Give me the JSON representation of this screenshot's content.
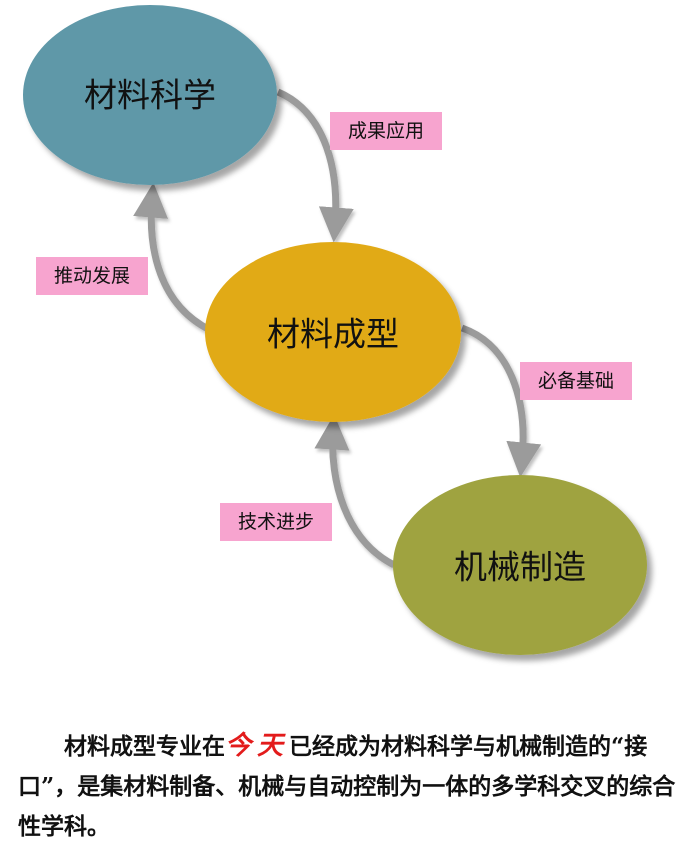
{
  "nodes": {
    "materials_science": "材料科学",
    "materials_forming": "材料成型",
    "mechanical_manufacturing": "机械制造"
  },
  "edges": {
    "achievement_application": "成果应用",
    "promote_development": "推动发展",
    "essential_foundation": "必备基础",
    "technical_progress": "技术进步"
  },
  "colors": {
    "materials_science_fill": "#5f98a8",
    "materials_forming_fill": "#e1aa18",
    "mechanical_manufacturing_fill": "#9fa340",
    "label_bg": "#f7a4cf",
    "arrow": "#9b9b9b",
    "highlight_text": "#e31b1b"
  },
  "paragraph": {
    "part1": "材料成型专业在",
    "highlight": "今天",
    "part2": "已经成为材料科学与机械制造的“接口”，是集材料制备、机械与自动控制为一体的多学科交叉的综合性学科。"
  }
}
